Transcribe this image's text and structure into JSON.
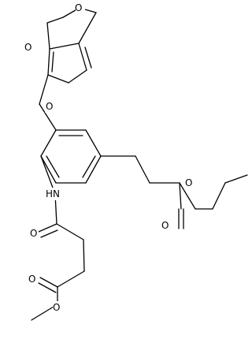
{
  "atom_labels": {
    "o_dioxole_top": "O",
    "o_dioxole_left": "O",
    "o_ether": "O",
    "o_ester_single": "O",
    "o_ester_carbonyl": "O",
    "nh": "HN",
    "o_amide": "O",
    "o_methyl_ester_carbonyl": "O",
    "o_methyl_ester_single": "O"
  }
}
